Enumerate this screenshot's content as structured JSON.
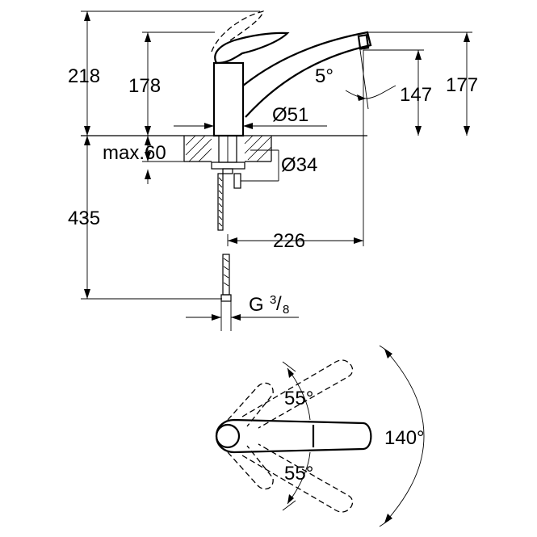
{
  "dimensions": {
    "total_height": "218",
    "lever_height": "178",
    "spout_angle": "5°",
    "spout_clearance": "147",
    "spout_height": "177",
    "base_diameter": "Ø51",
    "max_thickness": "max.60",
    "hole_diameter": "Ø34",
    "hose_length": "435",
    "spout_reach": "226",
    "connection_prefix": "G",
    "connection_num": "3",
    "connection_den": "8"
  },
  "rotation": {
    "upper_angle": "55°",
    "lower_angle": "55°",
    "total_angle": "140°"
  }
}
